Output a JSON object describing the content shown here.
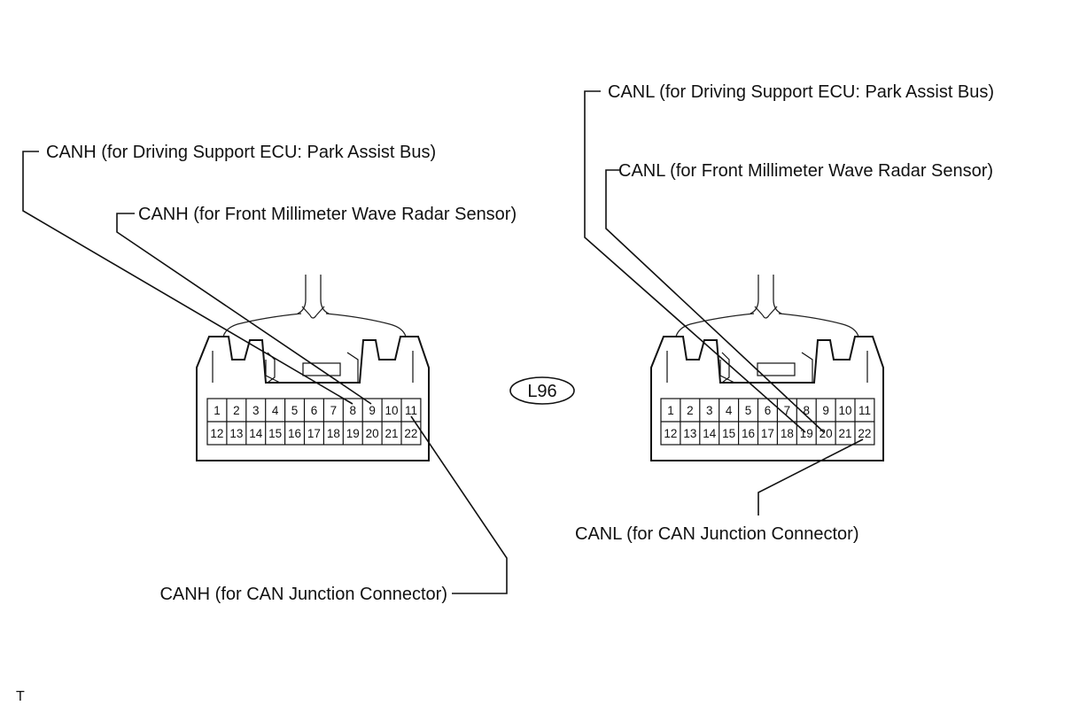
{
  "connector_code": "L96",
  "footer_mark": "T",
  "connectors": [
    {
      "id": "left",
      "top_row": [
        "1",
        "2",
        "3",
        "4",
        "5",
        "6",
        "7",
        "8",
        "9",
        "10",
        "11"
      ],
      "bottom_row": [
        "12",
        "13",
        "14",
        "15",
        "16",
        "17",
        "18",
        "19",
        "20",
        "21",
        "22"
      ]
    },
    {
      "id": "right",
      "top_row": [
        "1",
        "2",
        "3",
        "4",
        "5",
        "6",
        "7",
        "8",
        "9",
        "10",
        "11"
      ],
      "bottom_row": [
        "12",
        "13",
        "14",
        "15",
        "16",
        "17",
        "18",
        "19",
        "20",
        "21",
        "22"
      ]
    }
  ],
  "callouts": [
    {
      "connector": "left",
      "pin": "8",
      "text": "CANH (for Driving Support ECU: Park Assist Bus)"
    },
    {
      "connector": "left",
      "pin": "9",
      "text": "CANH (for Front Millimeter Wave Radar Sensor)"
    },
    {
      "connector": "left",
      "pin": "11",
      "text": "CANH (for CAN Junction Connector)"
    },
    {
      "connector": "right",
      "pin": "19",
      "text": "CANL (for Driving Support ECU: Park Assist Bus)"
    },
    {
      "connector": "right",
      "pin": "20",
      "text": "CANL (for Front Millimeter Wave Radar Sensor)"
    },
    {
      "connector": "right",
      "pin": "22",
      "text": "CANL (for CAN Junction Connector)"
    }
  ]
}
